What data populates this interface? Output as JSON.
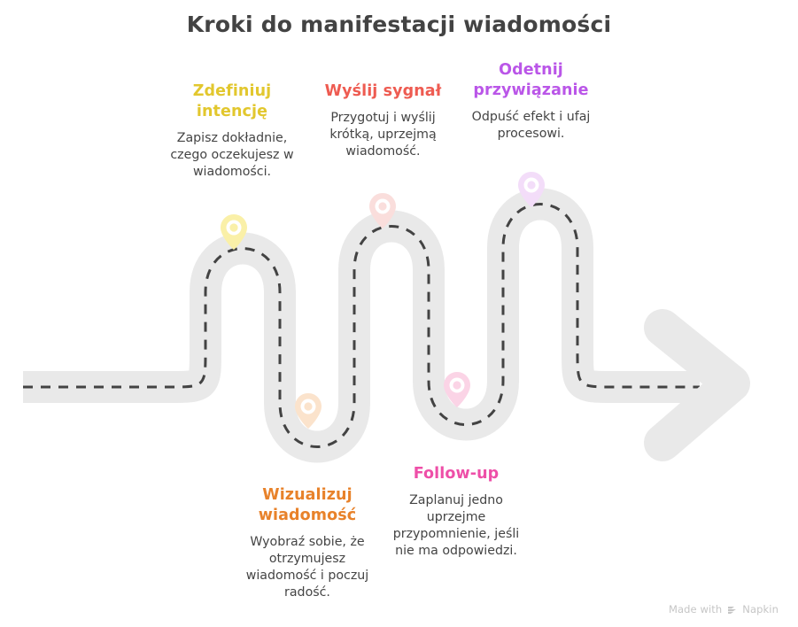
{
  "title": "Kroki do manifestacji wiadomości",
  "colors": {
    "title": "#434343",
    "body_text": "#444444",
    "road_fill": "#E9E9E9",
    "road_dash": "#434343",
    "step1": "#E2C72E",
    "step2": "#EE5B51",
    "step3": "#BA56E8",
    "step4": "#E8822A",
    "step5": "#EE4FA8",
    "pin1": "#FAF0A8",
    "pin2": "#FADEDC",
    "pin3": "#F3DDF9",
    "pin4": "#FBE3CC",
    "pin5": "#FBD4E6",
    "watermark": "#C6C6C6"
  },
  "steps": [
    {
      "id": "zdefiniuj-intencje",
      "title": "Zdefiniuj intencję",
      "description": "Zapisz dokładnie, czego oczekujesz w wiadomości.",
      "color_key": "step1",
      "pin_color_key": "pin1",
      "position": "above"
    },
    {
      "id": "wyslij-sygnal",
      "title": "Wyślij sygnał",
      "description": "Przygotuj i wyślij krótką, uprzejmą wiadomość.",
      "color_key": "step2",
      "pin_color_key": "pin2",
      "position": "above"
    },
    {
      "id": "odetnij-przywiazanie",
      "title": "Odetnij przywiązanie",
      "description": "Odpuść efekt i ufaj procesowi.",
      "color_key": "step3",
      "pin_color_key": "pin3",
      "position": "above"
    },
    {
      "id": "wizualizuj-wiadomosc",
      "title": "Wizualizuj wiadomość",
      "description": "Wyobraź sobie, że otrzymujesz wiadomość i poczuj radość.",
      "color_key": "step4",
      "pin_color_key": "pin4",
      "position": "below"
    },
    {
      "id": "follow-up",
      "title": "Follow-up",
      "description": "Zaplanuj jedno uprzejme przypomnienie, jeśli nie ma odpowiedzi.",
      "color_key": "step5",
      "pin_color_key": "pin5",
      "position": "below"
    }
  ],
  "watermark": {
    "text_before": "Made with",
    "brand": "Napkin"
  }
}
